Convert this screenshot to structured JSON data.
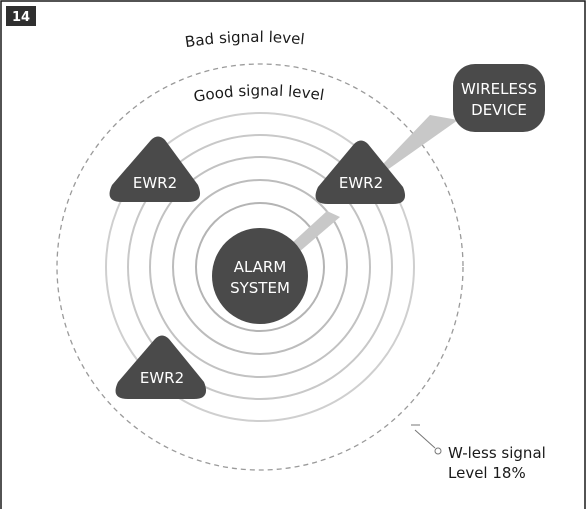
{
  "figure": {
    "number": "14",
    "arc_bad_label": "Bad signal level",
    "arc_good_label": "Good signal level"
  },
  "nodes": {
    "alarm": {
      "line1": "ALARM",
      "line2": "SYSTEM"
    },
    "wireless": {
      "line1": "WIRELESS",
      "line2": "DEVICE"
    },
    "repeater_left": {
      "label": "EWR2"
    },
    "repeater_right": {
      "label": "EWR2"
    },
    "repeater_bottom": {
      "label": "EWR2"
    }
  },
  "callout": {
    "line1": "W-less signal",
    "line2": "Level 18%"
  },
  "colors": {
    "node_fill": "#4a4a4a",
    "ring_stroke": "#c8c8c8",
    "outer_dashed": "#9a9a9a",
    "badge_bg": "#2f2f2f"
  }
}
